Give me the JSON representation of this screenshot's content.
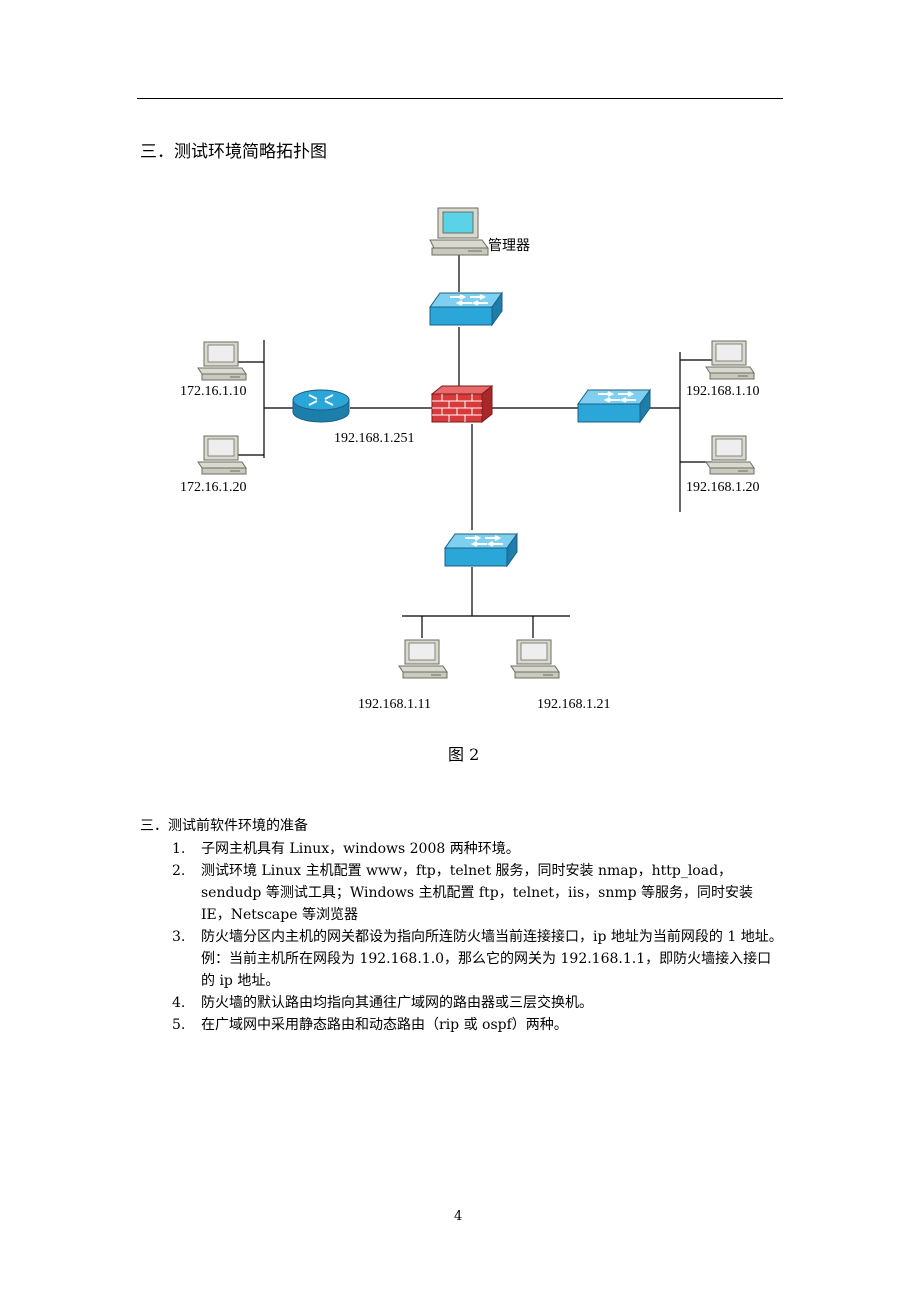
{
  "heading1": "三．测试环境简略拓扑图",
  "diagram": {
    "labels": {
      "manager": "管理器",
      "left_host_1": "172.16.1.10",
      "left_host_2": "172.16.1.20",
      "router_ip": "192.168.1.251",
      "right_host_1": "192.168.1.10",
      "right_host_2": "192.168.1.20",
      "bottom_host_1": "192.168.1.11",
      "bottom_host_2": "192.168.1.21"
    },
    "icons": [
      "pc-icon",
      "switch-icon",
      "router-icon",
      "firewall-icon"
    ],
    "colors": {
      "switch": "#2aa6d9",
      "router": "#2aa6d9",
      "firewall": "#d63a3a",
      "pc_screen": "#5ad3e8"
    }
  },
  "figure_caption": "图 2",
  "heading2": "三．测试前软件环境的准备",
  "list": [
    {
      "num": "1.",
      "text": "子网主机具有 Linux，windows 2008 两种环境。"
    },
    {
      "num": "2.",
      "text": "测试环境 Linux 主机配置 www，ftp，telnet 服务，同时安装 nmap，http_load，sendudp 等测试工具；Windows 主机配置 ftp，telnet，iis，snmp 等服务，同时安装 IE，Netscape 等浏览器"
    },
    {
      "num": "3.",
      "text": "防火墙分区内主机的网关都设为指向所连防火墙当前连接接口，ip 地址为当前网段的 1 地址。例：当前主机所在网段为 192.168.1.0，那么它的网关为 192.168.1.1，即防火墙接入接口的 ip 地址。"
    },
    {
      "num": "4.",
      "text": "防火墙的默认路由均指向其通往广域网的路由器或三层交换机。"
    },
    {
      "num": "5.",
      "text": "在广域网中采用静态路由和动态路由（rip 或 ospf）两种。"
    }
  ],
  "page_number": "4"
}
